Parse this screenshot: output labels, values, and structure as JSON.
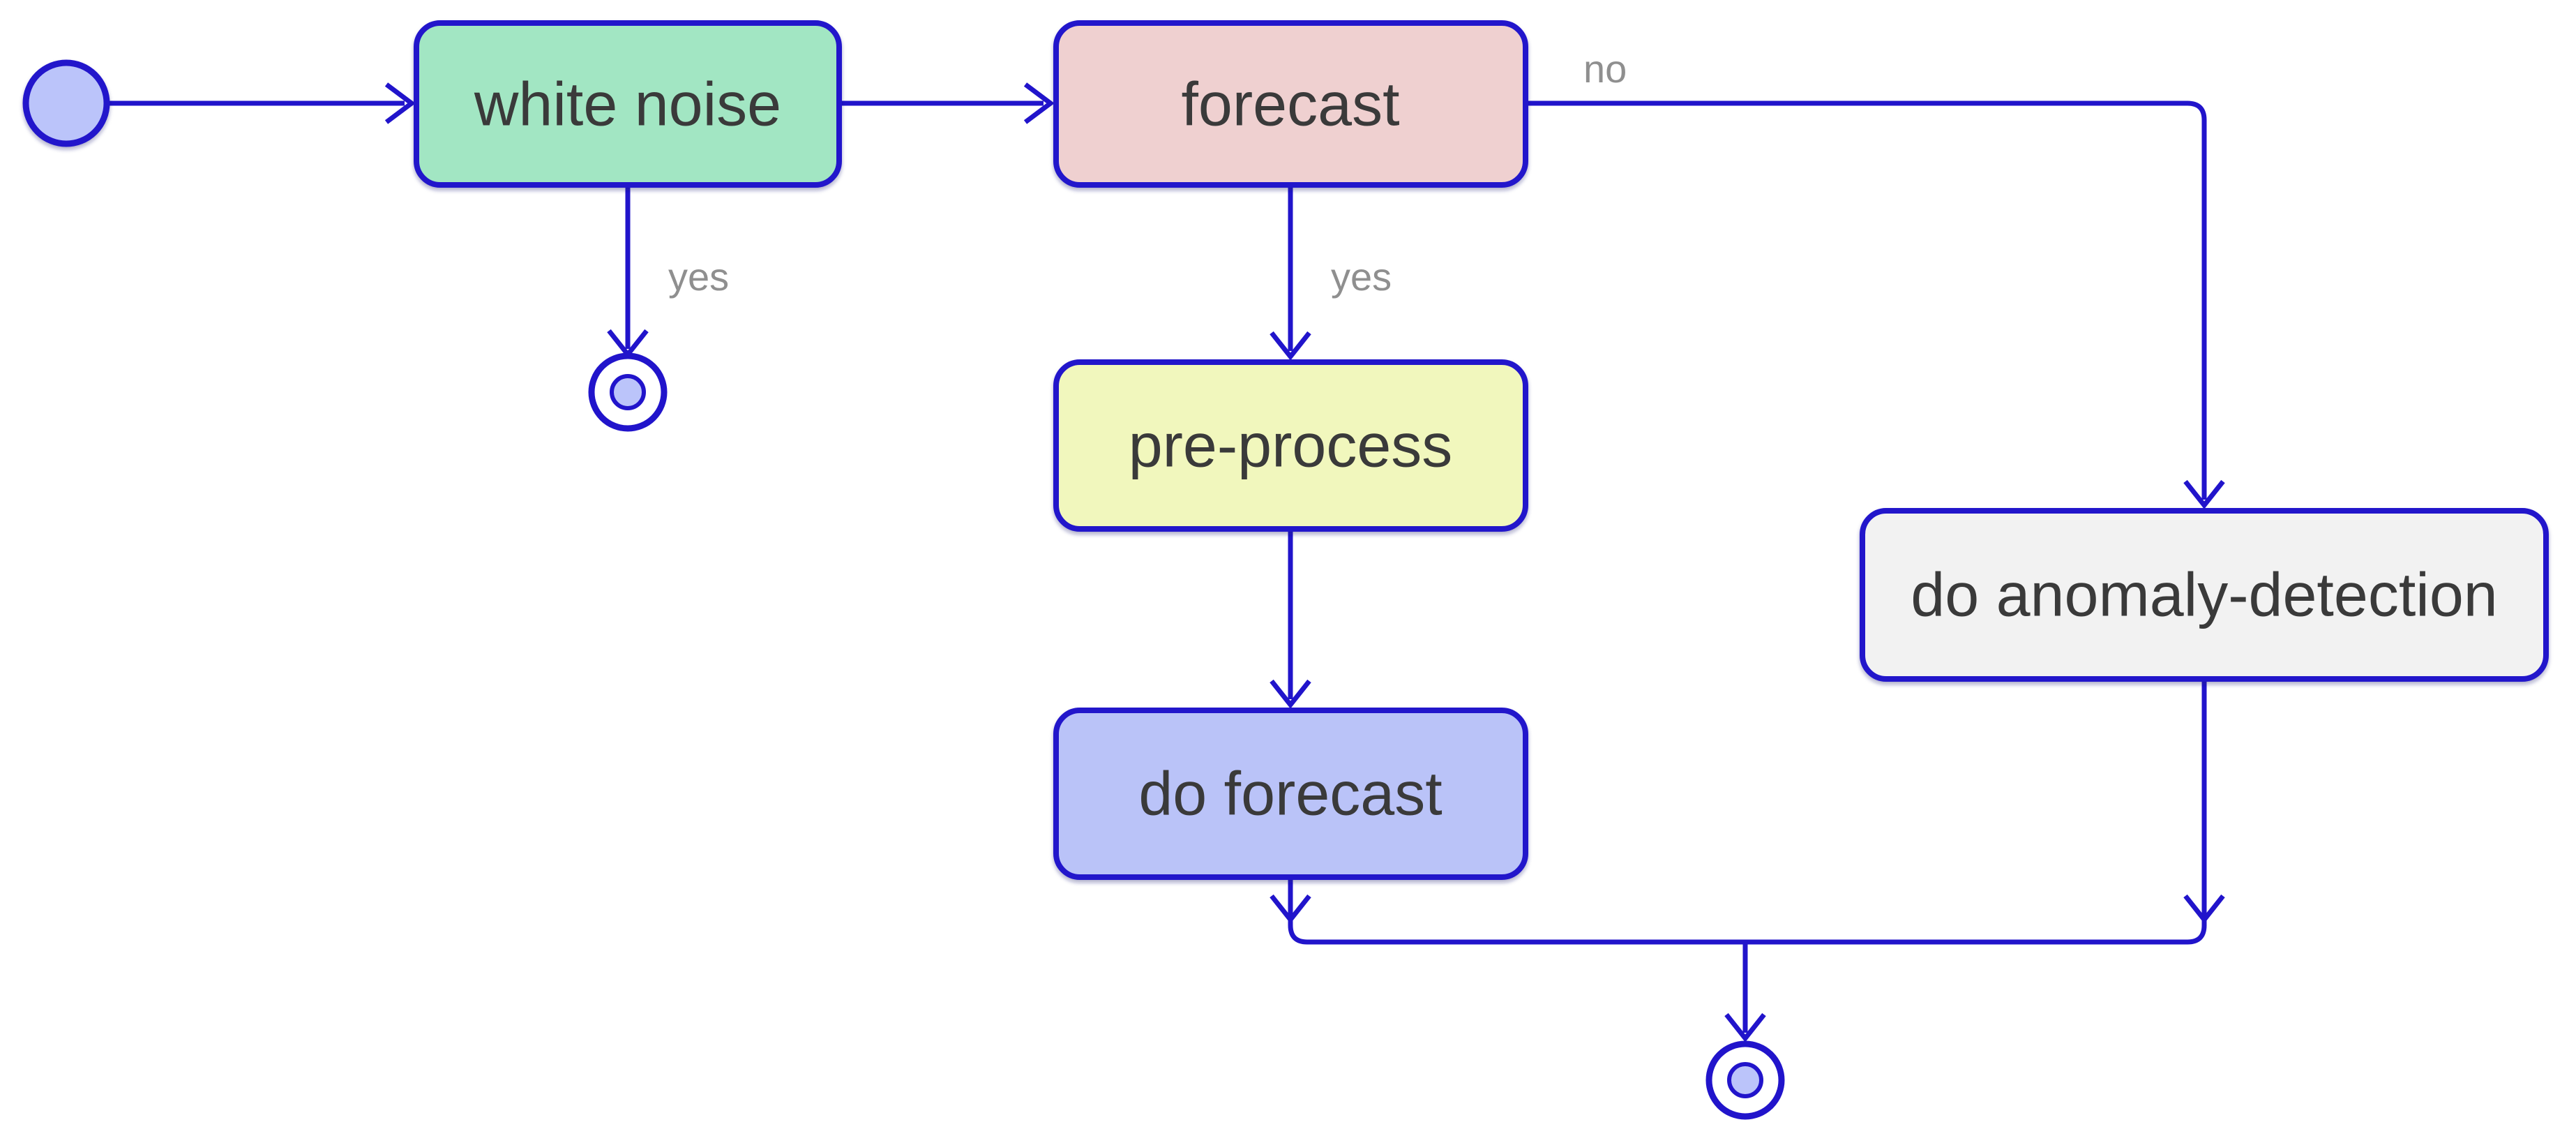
{
  "diagram": {
    "type": "activity-state-diagram",
    "background": "#ffffff",
    "colors": {
      "edge": "#2114cb",
      "node_border": "#2114cb",
      "node_label_text": "#3a3a3a",
      "edge_label_text": "#8f8f8f",
      "start_fill": "#bbc4fa",
      "final_outer_fill": "#ffffff",
      "final_inner_fill": "#bbc4fa"
    },
    "nodes": {
      "start": {
        "kind": "initial-state",
        "fill": "#bbc4fa"
      },
      "white_noise": {
        "label": "white noise",
        "fill": "#a2e6c3"
      },
      "forecast": {
        "label": "forecast",
        "fill": "#efd0d0"
      },
      "pre_process": {
        "label": "pre-process",
        "fill": "#f1f7bd"
      },
      "do_forecast": {
        "label": "do forecast",
        "fill": "#bac3f8"
      },
      "do_anomaly_detection": {
        "label": "do anomaly-detection",
        "fill": "#f2f2f2"
      },
      "end_white_noise": {
        "kind": "final-state",
        "outer_fill": "#ffffff",
        "inner_fill": "#bbc4fa"
      },
      "end_main": {
        "kind": "final-state",
        "outer_fill": "#ffffff",
        "inner_fill": "#bbc4fa"
      }
    },
    "edge_labels": {
      "white_noise_to_end": "yes",
      "forecast_to_pre_process": "yes",
      "forecast_to_anomaly": "no"
    },
    "edges": [
      {
        "from": "start",
        "to": "white_noise",
        "label": ""
      },
      {
        "from": "white_noise",
        "to": "forecast",
        "label": ""
      },
      {
        "from": "white_noise",
        "to": "end_white_noise",
        "label": "yes"
      },
      {
        "from": "forecast",
        "to": "pre_process",
        "label": "yes"
      },
      {
        "from": "forecast",
        "to": "do_anomaly_detection",
        "label": "no"
      },
      {
        "from": "pre_process",
        "to": "do_forecast",
        "label": ""
      },
      {
        "from": "do_forecast",
        "to": "end_main",
        "label": ""
      },
      {
        "from": "do_anomaly_detection",
        "to": "end_main",
        "label": ""
      }
    ]
  }
}
